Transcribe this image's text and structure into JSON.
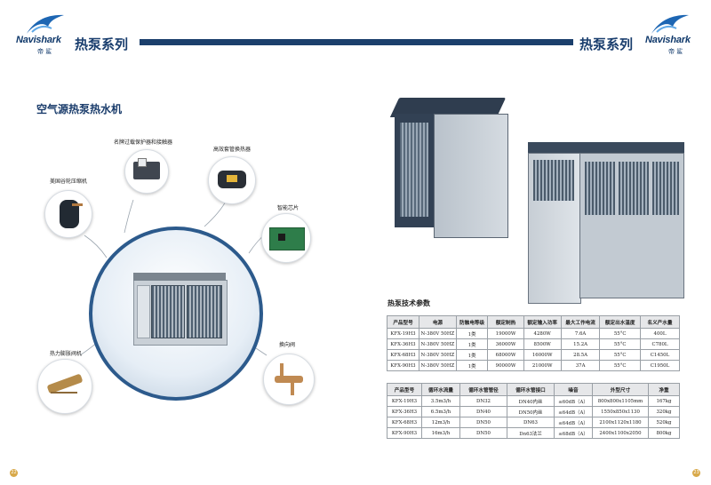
{
  "header": {
    "brand_left": "Navishark",
    "brand_left_sub": "帝 鲨",
    "series_left": "热泵系列",
    "series_right": "热泵系列",
    "brand_right": "Navishark",
    "brand_right_sub": "帝 鲨",
    "brand_color": "#10396b"
  },
  "left": {
    "title": "空气源热泵热水机",
    "parts": [
      {
        "label": "名牌过载保护器和接触器",
        "icon": "overload-protector-contactor"
      },
      {
        "label": "高效套管换热器",
        "icon": "tube-heat-exchanger"
      },
      {
        "label": "美国谷轮压缩机",
        "icon": "copeland-compressor"
      },
      {
        "label": "智能芯片",
        "icon": "circuit-board"
      },
      {
        "label": "热力膨胀阀机",
        "icon": "thermal-expansion-valve"
      },
      {
        "label": "换向阀",
        "icon": "reversing-valve"
      }
    ],
    "page_number": "22"
  },
  "right": {
    "spec_title": "热泵技术参数",
    "table1": {
      "headers": [
        "产品型号",
        "电源",
        "防触电等级",
        "额定制热",
        "额定输入功率",
        "最大工作电流",
        "额定出水温度",
        "名义产水量"
      ],
      "rows": [
        [
          "KFX-19H3",
          "N-380V 50HZ",
          "1类",
          "19000W",
          "4280W",
          "7.6A",
          "55°C",
          "400L"
        ],
        [
          "KFX-36H3",
          "N-380V 50HZ",
          "1类",
          "36000W",
          "8500W",
          "15.2A",
          "55°C",
          "C780L"
        ],
        [
          "KFX-68H3",
          "N-380V 50HZ",
          "1类",
          "68000W",
          "16000W",
          "28.5A",
          "55°C",
          "C1450L"
        ],
        [
          "KFX-90H3",
          "N-380V 50HZ",
          "1类",
          "90000W",
          "21000W",
          "37A",
          "55°C",
          "C1950L"
        ]
      ]
    },
    "table2": {
      "headers": [
        "产品型号",
        "循环水流量",
        "循环水管管径",
        "循环水管接口",
        "噪音",
        "外型尺寸",
        "净重"
      ],
      "rows": [
        [
          "KFX-19H3",
          "3.5m3/h",
          "DN32",
          "DN40内丝",
          "≤60dB（A）",
          "800x800x1105mm",
          "167kg"
        ],
        [
          "KFX-36H3",
          "6.5m3/h",
          "DN40",
          "DN50内丝",
          "≤64dB（A）",
          "1550x850x1130",
          "320kg"
        ],
        [
          "KFX-68H3",
          "12m3/h",
          "DN50",
          "DN63",
          "≤64dB（A）",
          "2100x1120x1180",
          "520kg"
        ],
        [
          "KFX-90H3",
          "16m3/h",
          "DN50",
          "Dn63法兰",
          "≤68dB（A）",
          "2400x1100x2050",
          "800kg"
        ]
      ]
    },
    "page_number": "23"
  }
}
